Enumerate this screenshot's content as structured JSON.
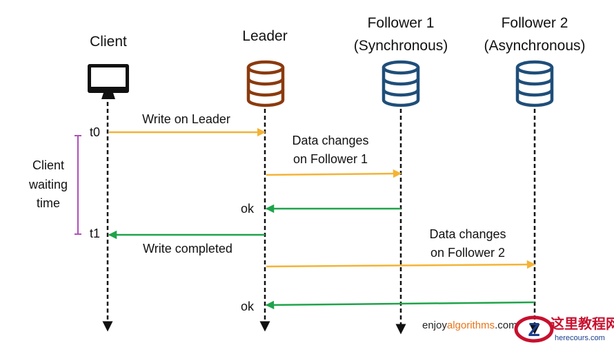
{
  "actors": {
    "client": {
      "title": "Client"
    },
    "leader": {
      "title": "Leader"
    },
    "follower1": {
      "title_line1": "Follower 1",
      "title_line2": "(Synchronous)"
    },
    "follower2": {
      "title_line1": "Follower 2",
      "title_line2": "(Asynchronous)"
    }
  },
  "time_marks": {
    "t0": "t0",
    "t1": "t1"
  },
  "waiting": {
    "line1": "Client",
    "line2": "waiting",
    "line3": "time"
  },
  "messages": {
    "write_on_leader": "Write on Leader",
    "data_changes_f1_line1": "Data changes",
    "data_changes_f1_line2": "on Follower 1",
    "ok_f1": "ok",
    "write_completed": "Write completed",
    "data_changes_f2_line1": "Data changes",
    "data_changes_f2_line2": "on Follower 2",
    "ok_f2": "ok"
  },
  "brand": {
    "part1": "enjoy",
    "part2": "algorithms",
    "part3": ".com"
  },
  "watermark": {
    "main": "这里教程网",
    "sub": "herecours.com"
  },
  "colors": {
    "request_arrow": "#F4B335",
    "response_arrow": "#1FA34A",
    "leader_db": "#8B3A0E",
    "follower_db": "#1F4E79",
    "waiting_bracket": "#B04FB8",
    "brand_orange": "#E8751A",
    "watermark_red": "#C8102E",
    "watermark_blue": "#1A3E8C"
  }
}
